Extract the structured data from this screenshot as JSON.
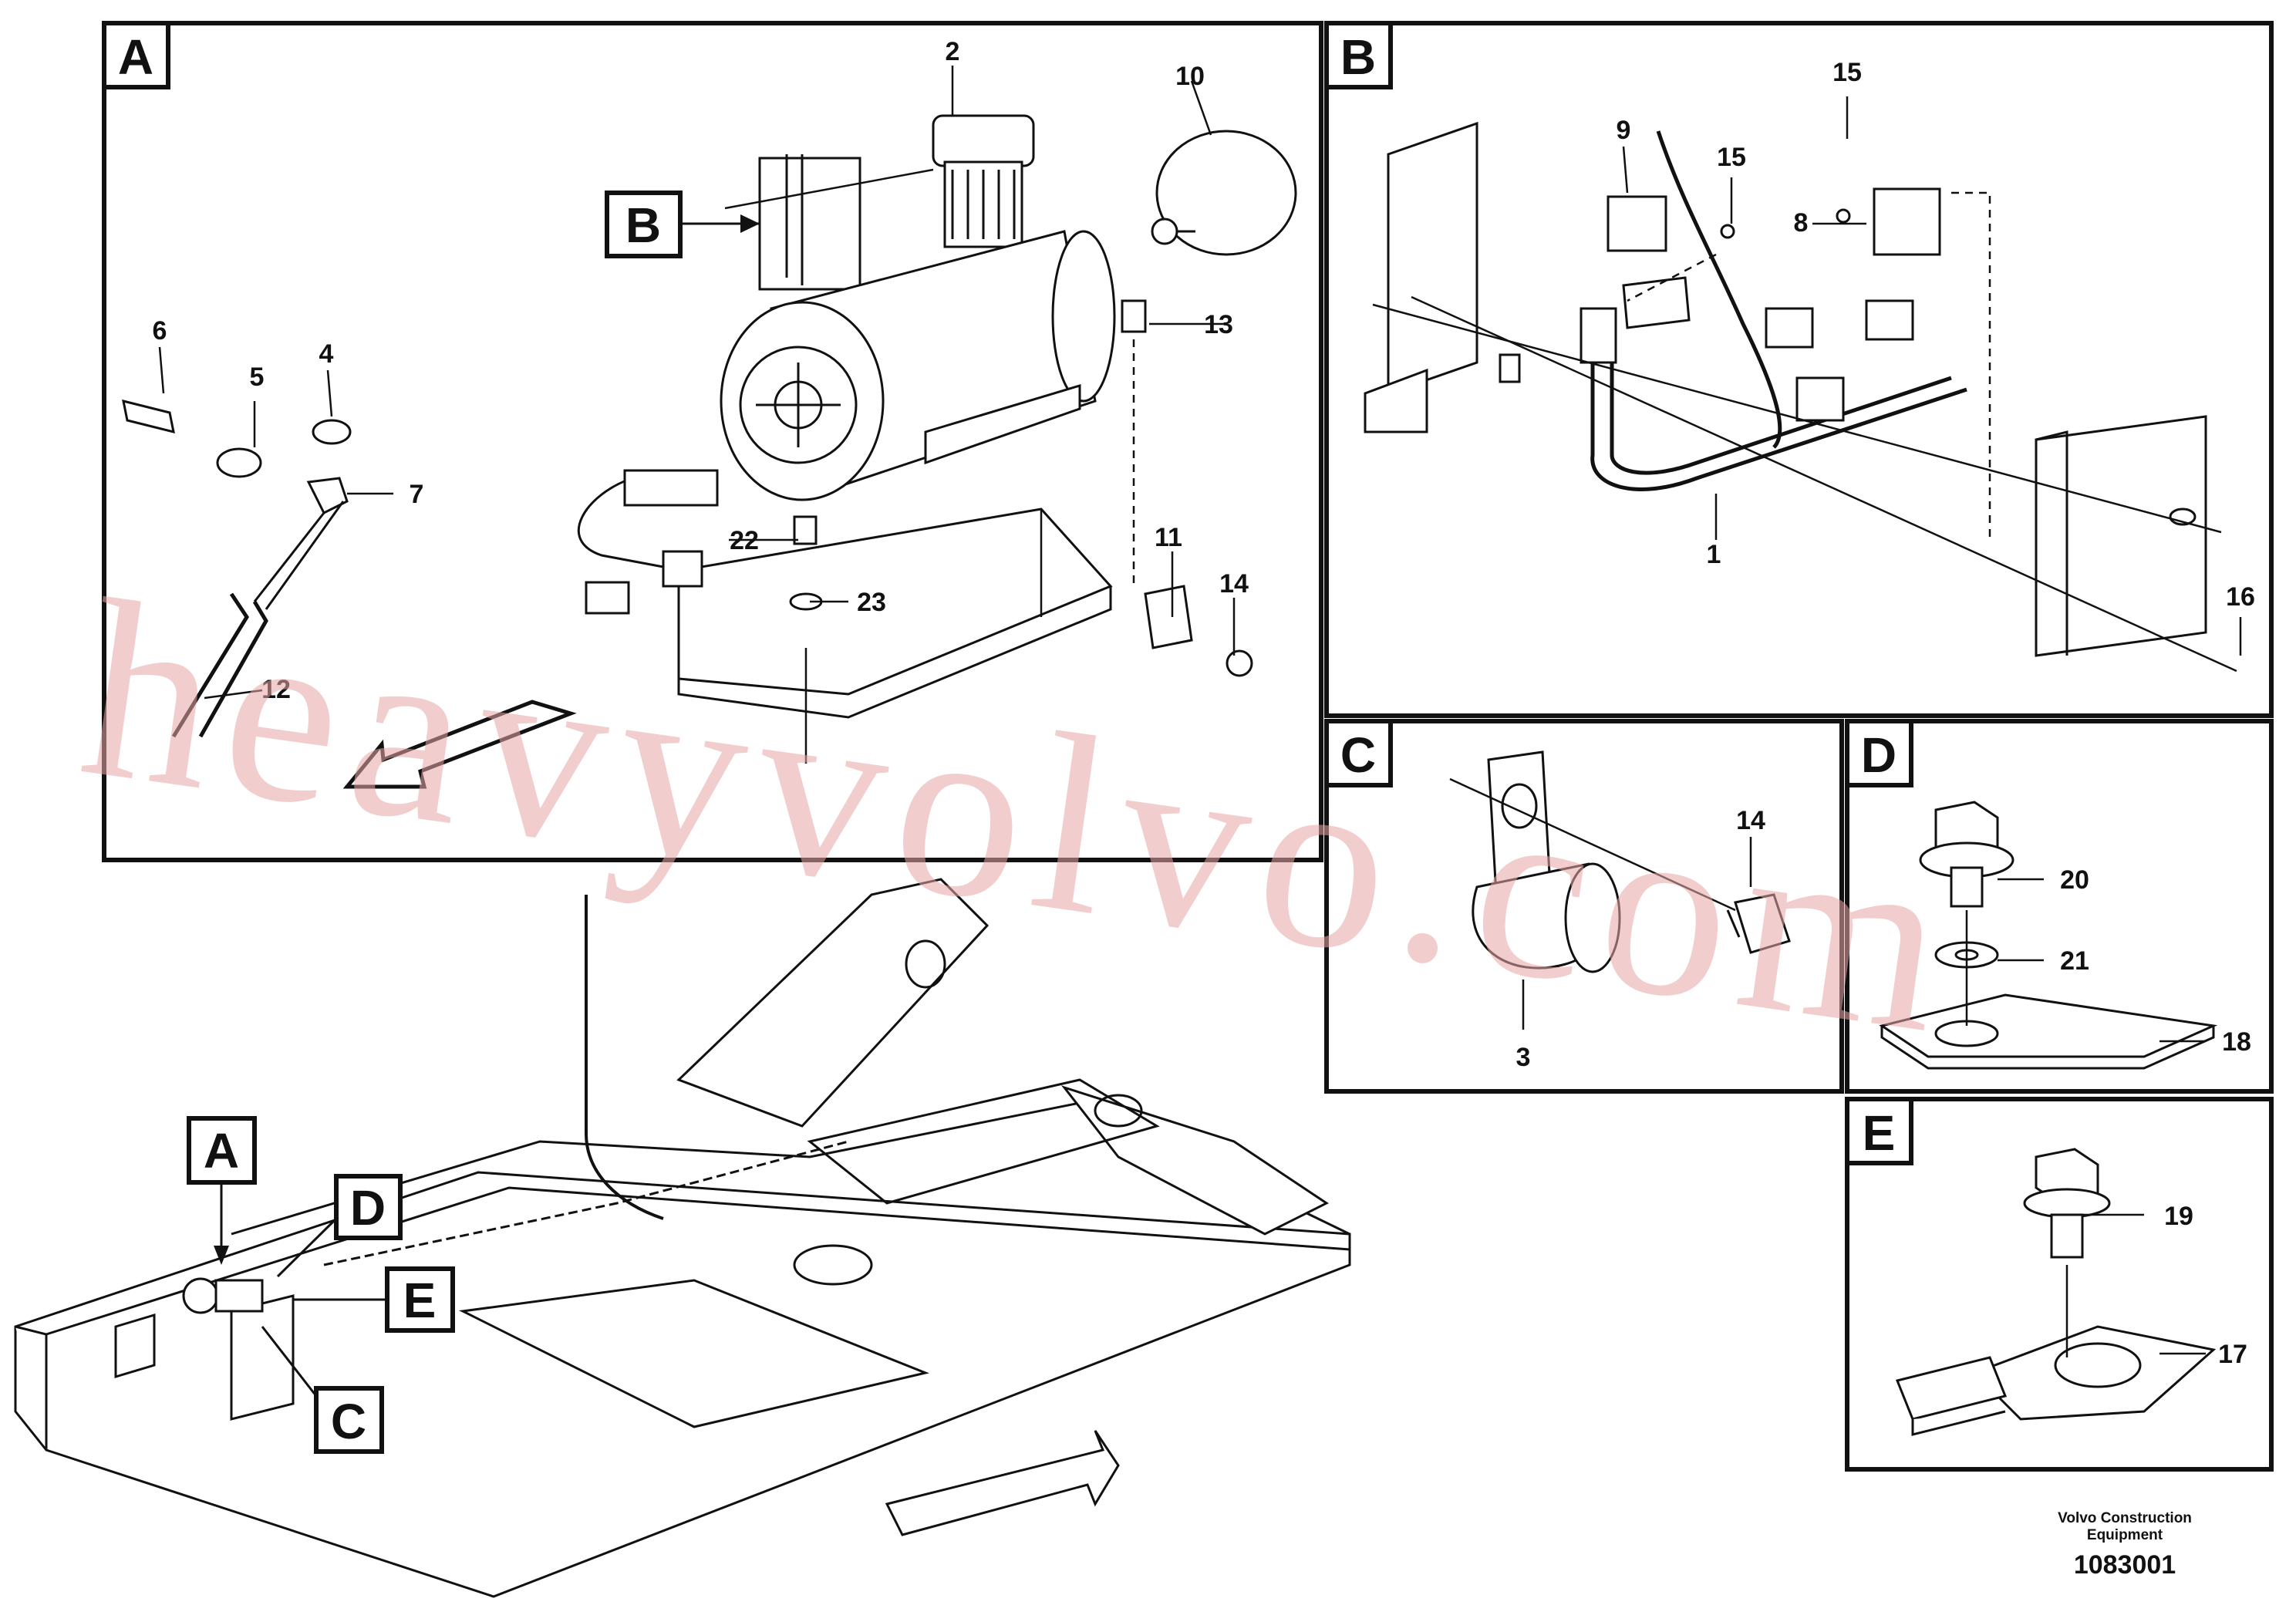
{
  "panels": {
    "a": {
      "letter": "A"
    },
    "b": {
      "letter": "B"
    },
    "c": {
      "letter": "C"
    },
    "d": {
      "letter": "D"
    },
    "e": {
      "letter": "E"
    }
  },
  "callouts": {
    "a_ref_b": "B",
    "overview_a": "A",
    "overview_c": "C",
    "overview_d": "D",
    "overview_e": "E"
  },
  "parts": {
    "a": [
      "2",
      "10",
      "6",
      "4",
      "5",
      "7",
      "13",
      "12",
      "22",
      "23",
      "11",
      "14"
    ],
    "b": [
      "15",
      "9",
      "15",
      "8",
      "1",
      "16"
    ],
    "c": [
      "14",
      "3"
    ],
    "d": [
      "20",
      "21",
      "18"
    ],
    "e": [
      "19",
      "17"
    ]
  },
  "watermark": "heavyvolvo.com",
  "footer": {
    "company_line1": "Volvo Construction",
    "company_line2": "Equipment",
    "doc_number": "1083001"
  }
}
